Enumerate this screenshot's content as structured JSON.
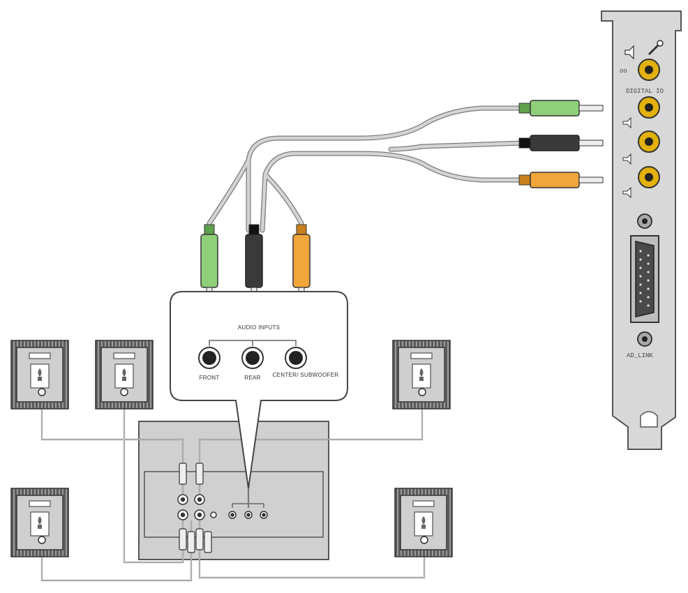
{
  "card": {
    "labels": {
      "digital_io": "DIGITAL IO",
      "ad_link": "AD_LINK"
    }
  },
  "hub": {
    "title": "AUDIO INPUTS",
    "inputs": [
      {
        "label": "FRONT"
      },
      {
        "label": "REAR"
      },
      {
        "label": "CENTER/ SUBWOOFER"
      }
    ]
  },
  "plugs": [
    {
      "color": "#8fcf7a",
      "dark": "#5fa04d"
    },
    {
      "color": "#3a3a3a",
      "dark": "#111111"
    },
    {
      "color": "#f0a63a",
      "dark": "#c7811c"
    }
  ],
  "colors": {
    "cable": "#c9c9c9",
    "cable_edge": "#7a7a7a",
    "card": "#d6d6d6",
    "jack_gold": "#e3b10c",
    "amp_panel": "#cfcfcf",
    "speaker": "#b8b8b8"
  }
}
